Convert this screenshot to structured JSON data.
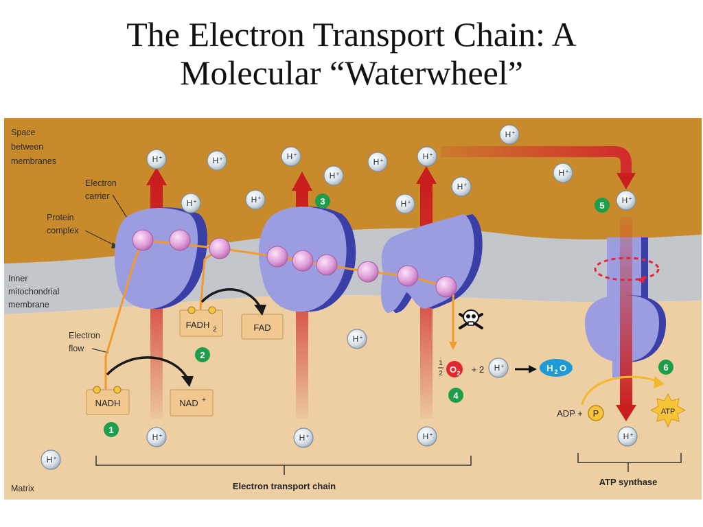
{
  "title": {
    "line1": "The Electron Transport Chain: A",
    "line2": "Molecular “Waterwheel”"
  },
  "regions": {
    "space_between_line1": "Space",
    "space_between_line2": "between",
    "space_between_line3": "membranes",
    "inner_membrane_line1": "Inner",
    "inner_membrane_line2": "mitochondrial",
    "inner_membrane_line3": "membrane",
    "matrix": "Matrix"
  },
  "callouts": {
    "electron_carrier_line1": "Electron",
    "electron_carrier_line2": "carrier",
    "protein_complex_line1": "Protein",
    "protein_complex_line2": "complex",
    "electron_flow_line1": "Electron",
    "electron_flow_line2": "flow"
  },
  "molecules": {
    "nadh": "NADH",
    "nad": "NAD",
    "nad_sup": "+",
    "fadh": "FADH",
    "fadh_sub": "2",
    "fad": "FAD",
    "half_num": "1",
    "half_den": "2",
    "o2": "O",
    "o2_sub": "2",
    "plus_two": "+ 2",
    "water": "H",
    "water_sub": "2",
    "water_o": "O",
    "adp_plus": "ADP +",
    "phosphate": "P",
    "atp": "ATP"
  },
  "h_ion": {
    "base": "H",
    "sup": "+"
  },
  "steps": [
    "1",
    "2",
    "3",
    "4",
    "5",
    "6"
  ],
  "brackets": {
    "etc": "Electron transport chain",
    "atp_synthase": "ATP synthase"
  },
  "colors": {
    "intermembrane": "#C98A2C",
    "membrane": "#C3C7CB",
    "matrix": "#EDCFA3",
    "protein": "#9B9DE0",
    "protein_shadow": "#3A3FA8",
    "carrier": "#E3A1DC",
    "electron_flow": "#F29A2E",
    "proton_arrow": "#D12B2B",
    "step_badge": "#1E9E4A",
    "oxygen": "#E0282E",
    "water": "#1E9AD6",
    "atp": "#F7C43A"
  },
  "icons": {
    "poison": "skull-crossbones-icon"
  }
}
